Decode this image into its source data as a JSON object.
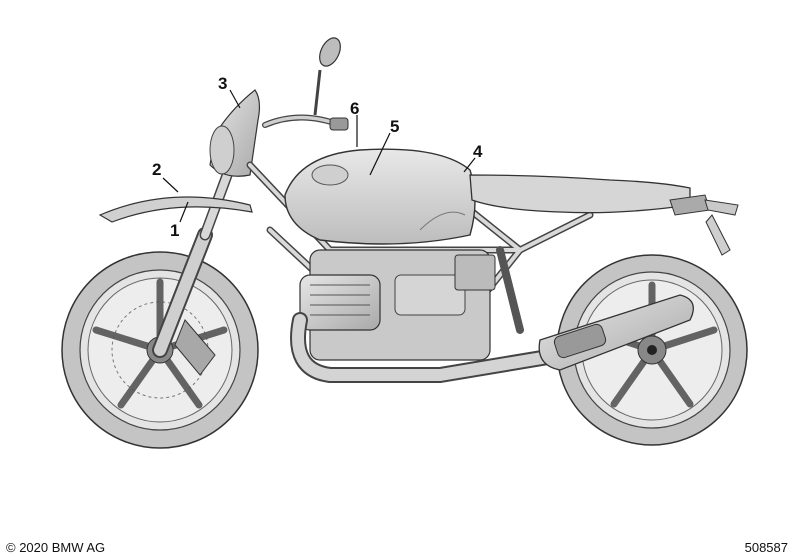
{
  "diagram": {
    "callouts": [
      {
        "id": "1",
        "label": "1"
      },
      {
        "id": "2",
        "label": "2"
      },
      {
        "id": "3",
        "label": "3"
      },
      {
        "id": "4",
        "label": "4"
      },
      {
        "id": "5",
        "label": "5"
      },
      {
        "id": "6",
        "label": "6"
      }
    ]
  },
  "footer": {
    "copyright": "© 2020 BMW AG",
    "image_number": "508587"
  },
  "colors": {
    "body_fill": "#d4d4d4",
    "outline": "#333333",
    "tire": "#bdbdbd",
    "background": "#ffffff"
  }
}
